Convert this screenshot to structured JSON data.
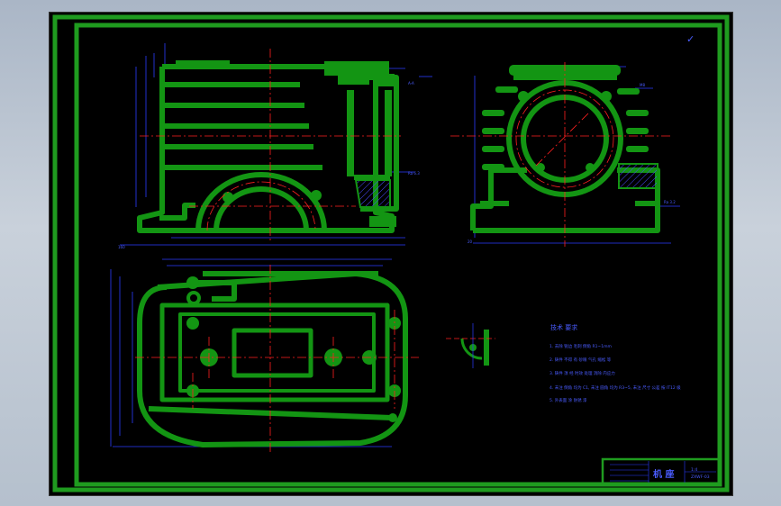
{
  "drawing": {
    "title_block": {
      "part_name": "机 座",
      "drawing_no": "ZXWF-03",
      "scale_label": "1:4"
    },
    "technical_requirements": {
      "heading": "技术 要求",
      "items": [
        "1. 去除 锐边 毛刺 倒角 R1~1mm",
        "2. 铸件 不得 有 砂眼 气孔 缩松 等",
        "3. 铸件 须 经 时效 处理 消除 内应力",
        "4. 未注 倒角 均为 C1, 未注 圆角 均为 R3~5,  未注 尺寸 公差 按 IT12 级",
        "5. 外表面 涂 防锈 漆"
      ]
    },
    "roughness_symbol": "✓",
    "colors": {
      "background": "#000000",
      "frame": "#1f9b1f",
      "outline": "#139513",
      "dimension": "#2b3cff",
      "centerline": "#ff2020",
      "hatch": "#4a4aff",
      "text": "#4a5cff"
    }
  }
}
